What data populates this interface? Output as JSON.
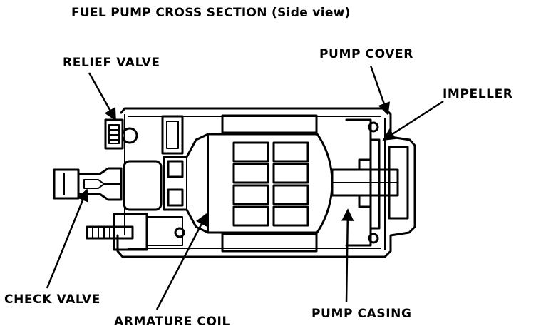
{
  "title": "FUEL PUMP CROSS SECTION (Side view)",
  "labels": {
    "relief_valve": "RELIEF VALVE",
    "pump_cover": "PUMP COVER",
    "impeller": "IMPELLER",
    "check_valve": "CHECK VALVE",
    "armature_coil": "ARMATURE COIL",
    "pump_casing": "PUMP CASING"
  }
}
